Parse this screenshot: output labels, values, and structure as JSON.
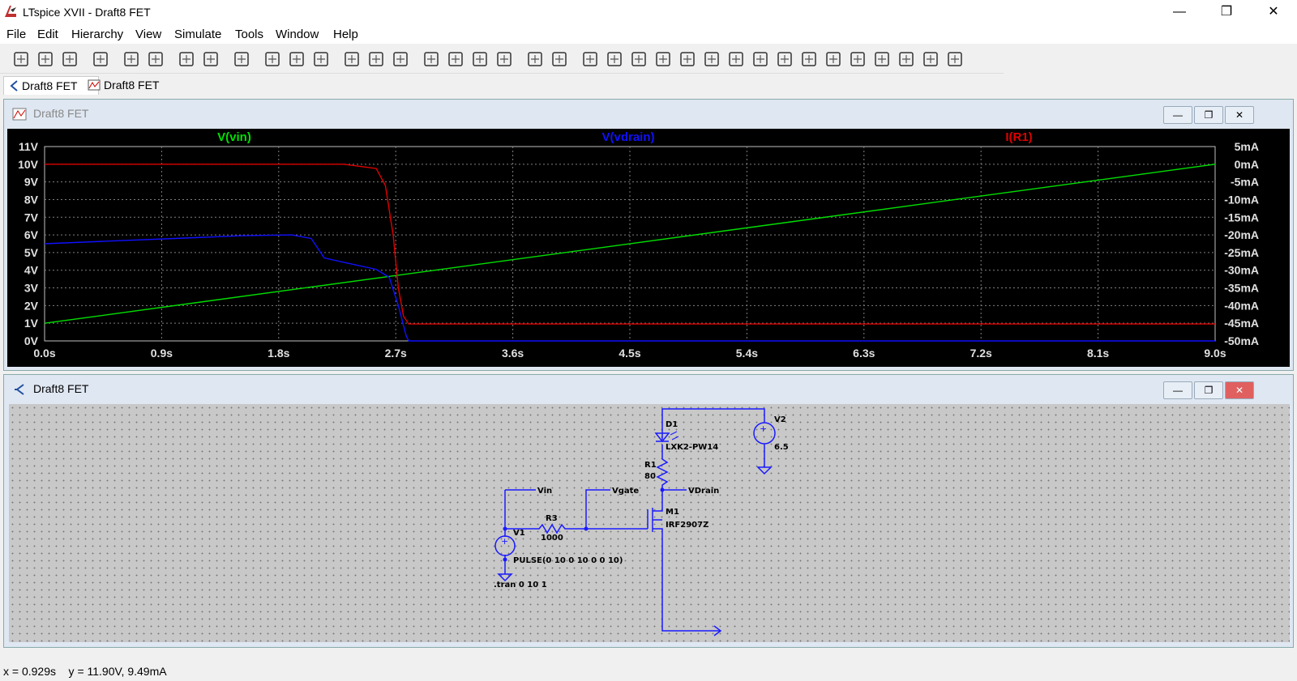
{
  "window": {
    "title": "LTspice XVII - Draft8 FET",
    "controls": [
      "—",
      "❐",
      "✕"
    ]
  },
  "menu": [
    {
      "label": "File"
    },
    {
      "label": "Edit"
    },
    {
      "label": "Hierarchy"
    },
    {
      "label": "View"
    },
    {
      "label": "Simulate"
    },
    {
      "label": "Tools"
    },
    {
      "label": "Window"
    },
    {
      "label": "Help"
    }
  ],
  "toolbar_icons": [
    "run-icon",
    "open-icon",
    "save-icon",
    "control-panel-icon",
    "halt-icon",
    "pan-icon",
    "zoom-in-icon",
    "zoom-area-icon",
    "zoom-out-icon",
    "zoom-fit-icon",
    "autorange-icon",
    "grid-icon",
    "tile-horizontal-icon",
    "cascade-icon",
    "tile-vertical-icon",
    "cut-icon",
    "copy-icon",
    "paste-icon",
    "find-icon",
    "print-icon",
    "print-setup-icon",
    "wire-icon",
    "ground-icon",
    "label-icon",
    "resistor-icon",
    "capacitor-icon",
    "inductor-icon",
    "diode-icon",
    "component-icon",
    "move-icon",
    "drag-icon",
    "undo-icon",
    "redo-icon",
    "rotate-icon",
    "mirror-icon",
    "text-icon",
    "spice-directive-icon"
  ],
  "tabs": [
    {
      "label": "Draft8 FET",
      "kind": "schematic"
    },
    {
      "label": "Draft8 FET",
      "kind": "plot"
    }
  ],
  "plot_window": {
    "title": "Draft8 FET",
    "buttons": [
      "—",
      "❐",
      "✕"
    ]
  },
  "schematic_window": {
    "title": "Draft8 FET",
    "buttons": [
      "—",
      "❐",
      "✕"
    ],
    "labels": {
      "d1": "D1",
      "d1_model": "LXK2-PW14",
      "v2": "V2",
      "v2_value": "6.5",
      "r1": "R1",
      "r1_value": "80",
      "vin": "Vin",
      "vgate": "Vgate",
      "vdrain": "VDrain",
      "r3": "R3",
      "r3_value": "1000",
      "m1": "M1",
      "m1_model": "IRF2907Z",
      "v1": "V1",
      "v1_value": "PULSE(0 10 0 10 0 0 10)",
      "tran": ".tran 0 10 1"
    }
  },
  "status_bar": "x = 0.929s    y = 11.90V, 9.49mA",
  "chart_data": {
    "type": "line",
    "xlabel": "",
    "x_ticks": [
      "0.0s",
      "0.9s",
      "1.8s",
      "2.7s",
      "3.6s",
      "4.5s",
      "5.4s",
      "6.3s",
      "7.2s",
      "8.1s",
      "9.0s"
    ],
    "xlim": [
      0,
      9
    ],
    "y_left_ticks": [
      "0V",
      "1V",
      "2V",
      "3V",
      "4V",
      "5V",
      "6V",
      "7V",
      "8V",
      "9V",
      "10V",
      "11V"
    ],
    "ylim_left": [
      0,
      11
    ],
    "y_right_ticks": [
      "5mA",
      "0mA",
      "-5mA",
      "-10mA",
      "-15mA",
      "-20mA",
      "-25mA",
      "-30mA",
      "-35mA",
      "-40mA",
      "-45mA",
      "-50mA"
    ],
    "ylim_right": [
      -50,
      5
    ],
    "grid": true,
    "series": [
      {
        "name": "V(vin)",
        "color": "#00e000",
        "axis": "left",
        "x": [
          0,
          9
        ],
        "y": [
          1.0,
          10.0
        ]
      },
      {
        "name": "V(vdrain)",
        "color": "#1010ff",
        "axis": "left",
        "x": [
          0,
          0.5,
          1.0,
          1.5,
          1.9,
          2.05,
          2.15,
          2.3,
          2.55,
          2.65,
          2.72,
          2.78,
          2.8,
          9.0
        ],
        "y": [
          5.5,
          5.65,
          5.8,
          5.95,
          6.0,
          5.8,
          4.7,
          4.45,
          4.05,
          3.6,
          2.0,
          0.3,
          0.0,
          0.0
        ]
      },
      {
        "name": "I(R1)",
        "color": "#e00000",
        "axis": "right",
        "x": [
          0,
          2.3,
          2.55,
          2.62,
          2.68,
          2.72,
          2.76,
          2.8,
          9.0
        ],
        "y": [
          0,
          0,
          -1.2,
          -6,
          -20,
          -35,
          -43,
          -45.2,
          -45.2
        ]
      }
    ]
  }
}
